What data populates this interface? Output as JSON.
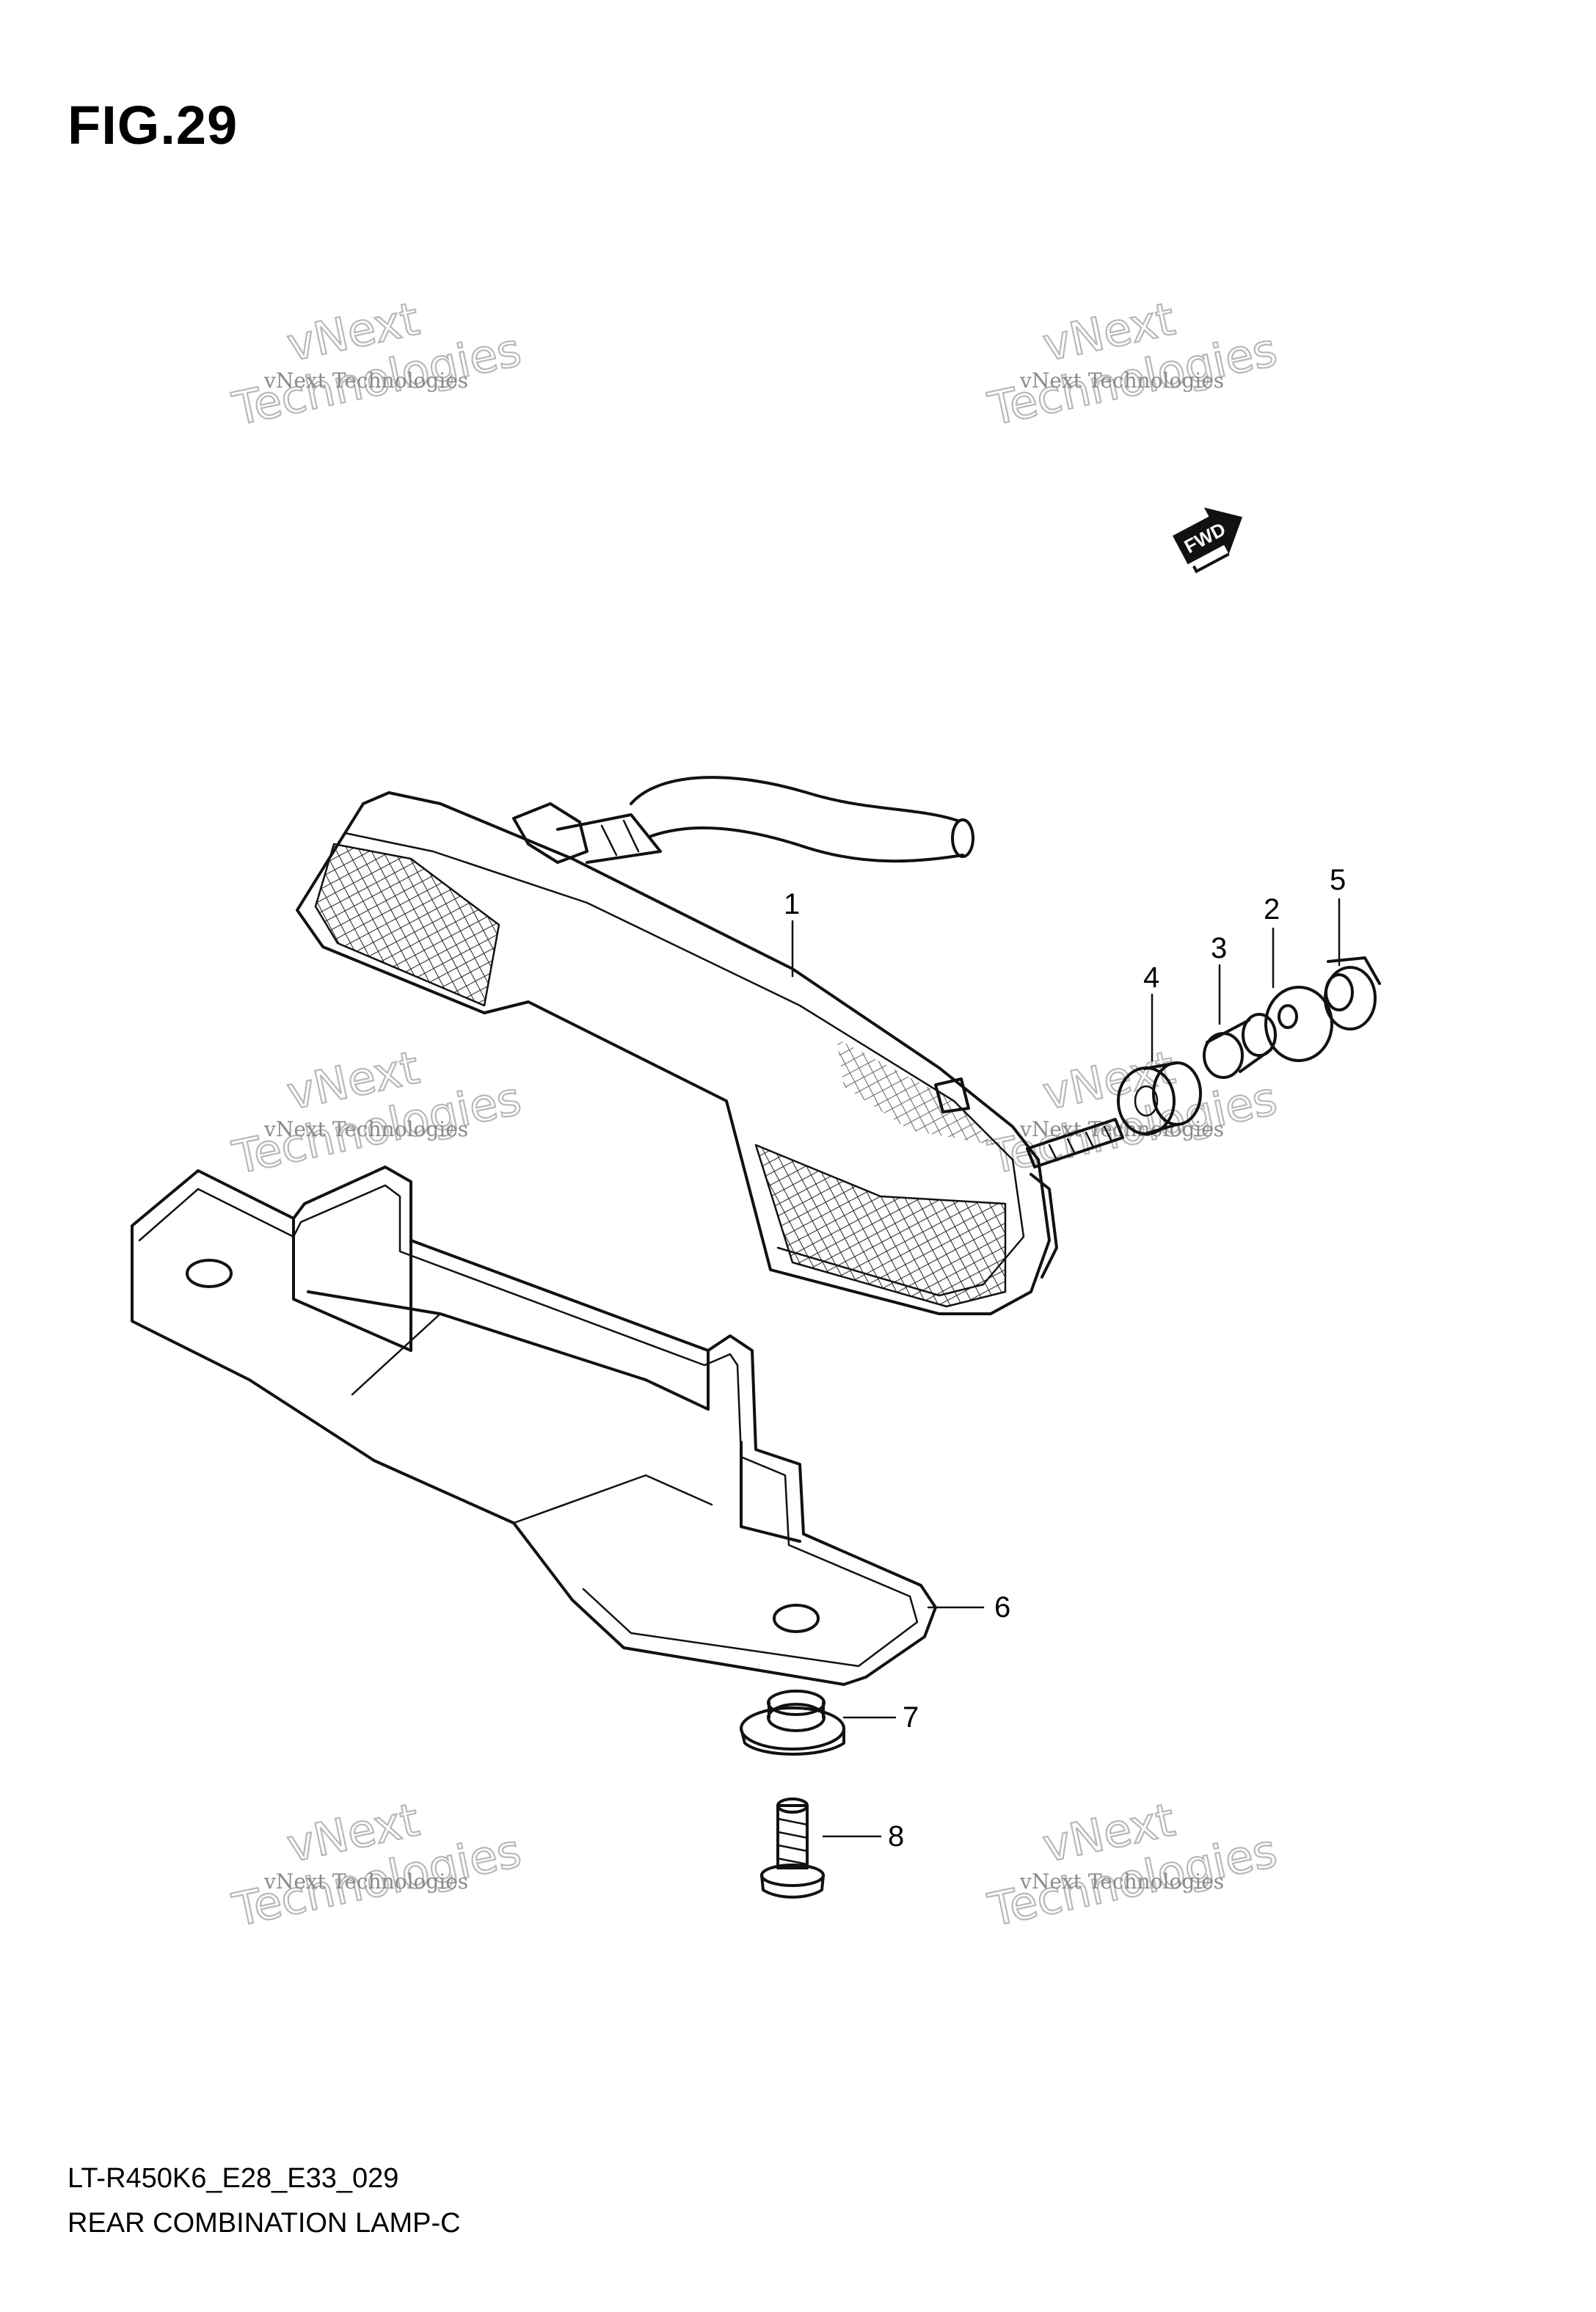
{
  "figure": {
    "title": "FIG.29",
    "code": "LT-R450K6_E28_E33_029",
    "name": "REAR COMBINATION LAMP-C"
  },
  "fwd_badge": "FWD",
  "callouts": [
    {
      "number": "1",
      "part": "rear combination lamp"
    },
    {
      "number": "2",
      "part": "washer"
    },
    {
      "number": "3",
      "part": "spacer"
    },
    {
      "number": "4",
      "part": "cushion"
    },
    {
      "number": "5",
      "part": "nut"
    },
    {
      "number": "6",
      "part": "bracket"
    },
    {
      "number": "7",
      "part": "nut"
    },
    {
      "number": "8",
      "part": "screw"
    }
  ],
  "watermarks": [
    {
      "small": "vNext Technologies",
      "large_top": "vNext",
      "large_bottom": "Technologies"
    },
    {
      "small": "vNext Technologies",
      "large_top": "vNext",
      "large_bottom": "Technologies"
    },
    {
      "small": "vNext Technologies",
      "large_top": "vNext",
      "large_bottom": "Technologies"
    },
    {
      "small": "vNext Technologies",
      "large_top": "vNext",
      "large_bottom": "Technologies"
    },
    {
      "small": "vNext Technologies",
      "large_top": "vNext",
      "large_bottom": "Technologies"
    },
    {
      "small": "vNext Technologies",
      "large_top": "vNext",
      "large_bottom": "Technologies"
    }
  ]
}
